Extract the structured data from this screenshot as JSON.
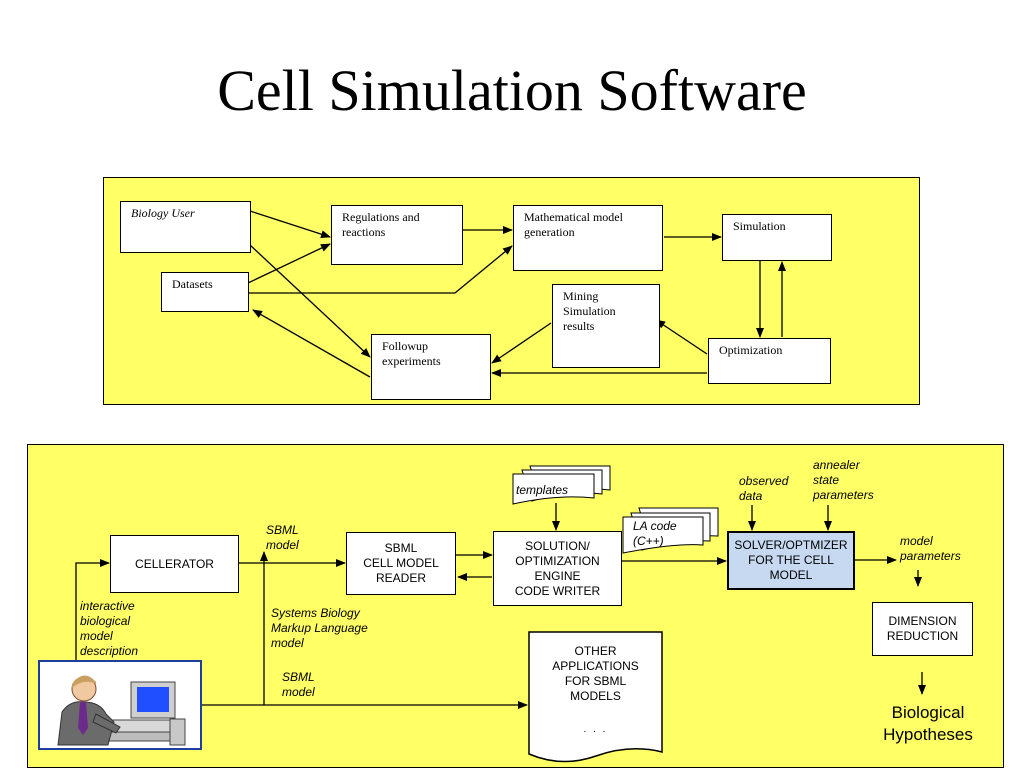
{
  "title": "Cell Simulation Software",
  "colors": {
    "panel": "#ffff66",
    "solver_box": "#c6d9f1",
    "stroke": "#000000"
  },
  "top_diagram": {
    "biology_user": "Biology User",
    "datasets": "Datasets",
    "regulations": "Regulations and reactions",
    "math_model": "Mathematical model generation",
    "simulation": "Simulation",
    "mining": "Mining Simulation results",
    "optimization": "Optimization",
    "followup": "Followup experiments"
  },
  "bottom_diagram": {
    "cellerator": "CELLERATOR",
    "sbml_reader": "SBML\nCELL MODEL\nREADER",
    "engine": "SOLUTION/\nOPTIMIZATION\nENGINE\nCODE WRITER",
    "solver": "SOLVER/OPTMIZER\nFOR THE CELL\nMODEL",
    "dimension": "DIMENSION\nREDUCTION",
    "other_apps": "OTHER\nAPPLICATIONS\nFOR SBML\nMODELS",
    "other_apps_dots": ". . .",
    "templates": "templates",
    "la_code": "LA code\n(C++)",
    "sbml_model_1": "SBML\nmodel",
    "sbml_model_2": "SBML\nmodel",
    "systems_biology": "Systems Biology\nMarkup Language\nmodel",
    "interactive": "interactive\nbiological\nmodel\ndescription",
    "observed": "observed\ndata",
    "annealer": "annealer\nstate\nparameters",
    "model_params": "model\nparameters",
    "hypotheses": "Biological\nHypotheses",
    "user_picture": "person-at-computer-icon"
  }
}
